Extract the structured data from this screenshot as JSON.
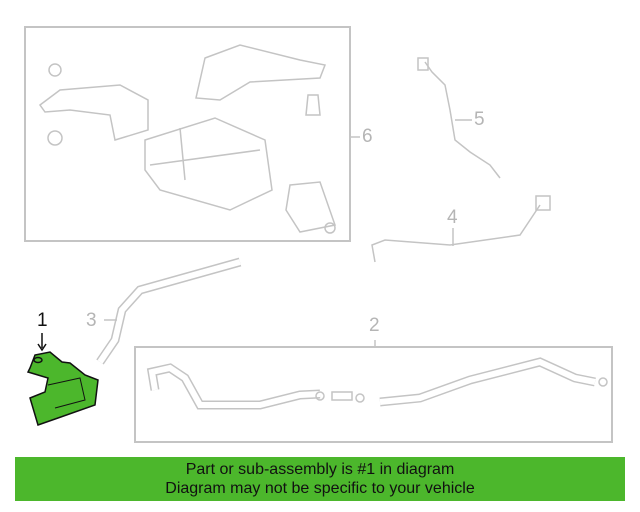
{
  "callouts": {
    "p1": "1",
    "p2": "2",
    "p3": "3",
    "p4": "4",
    "p5": "5",
    "p6": "6"
  },
  "highlight_color": "#4cb72c",
  "banner": {
    "line1": "Part or sub-assembly is #1 in diagram",
    "line2": "Diagram may not be specific to your vehicle"
  }
}
